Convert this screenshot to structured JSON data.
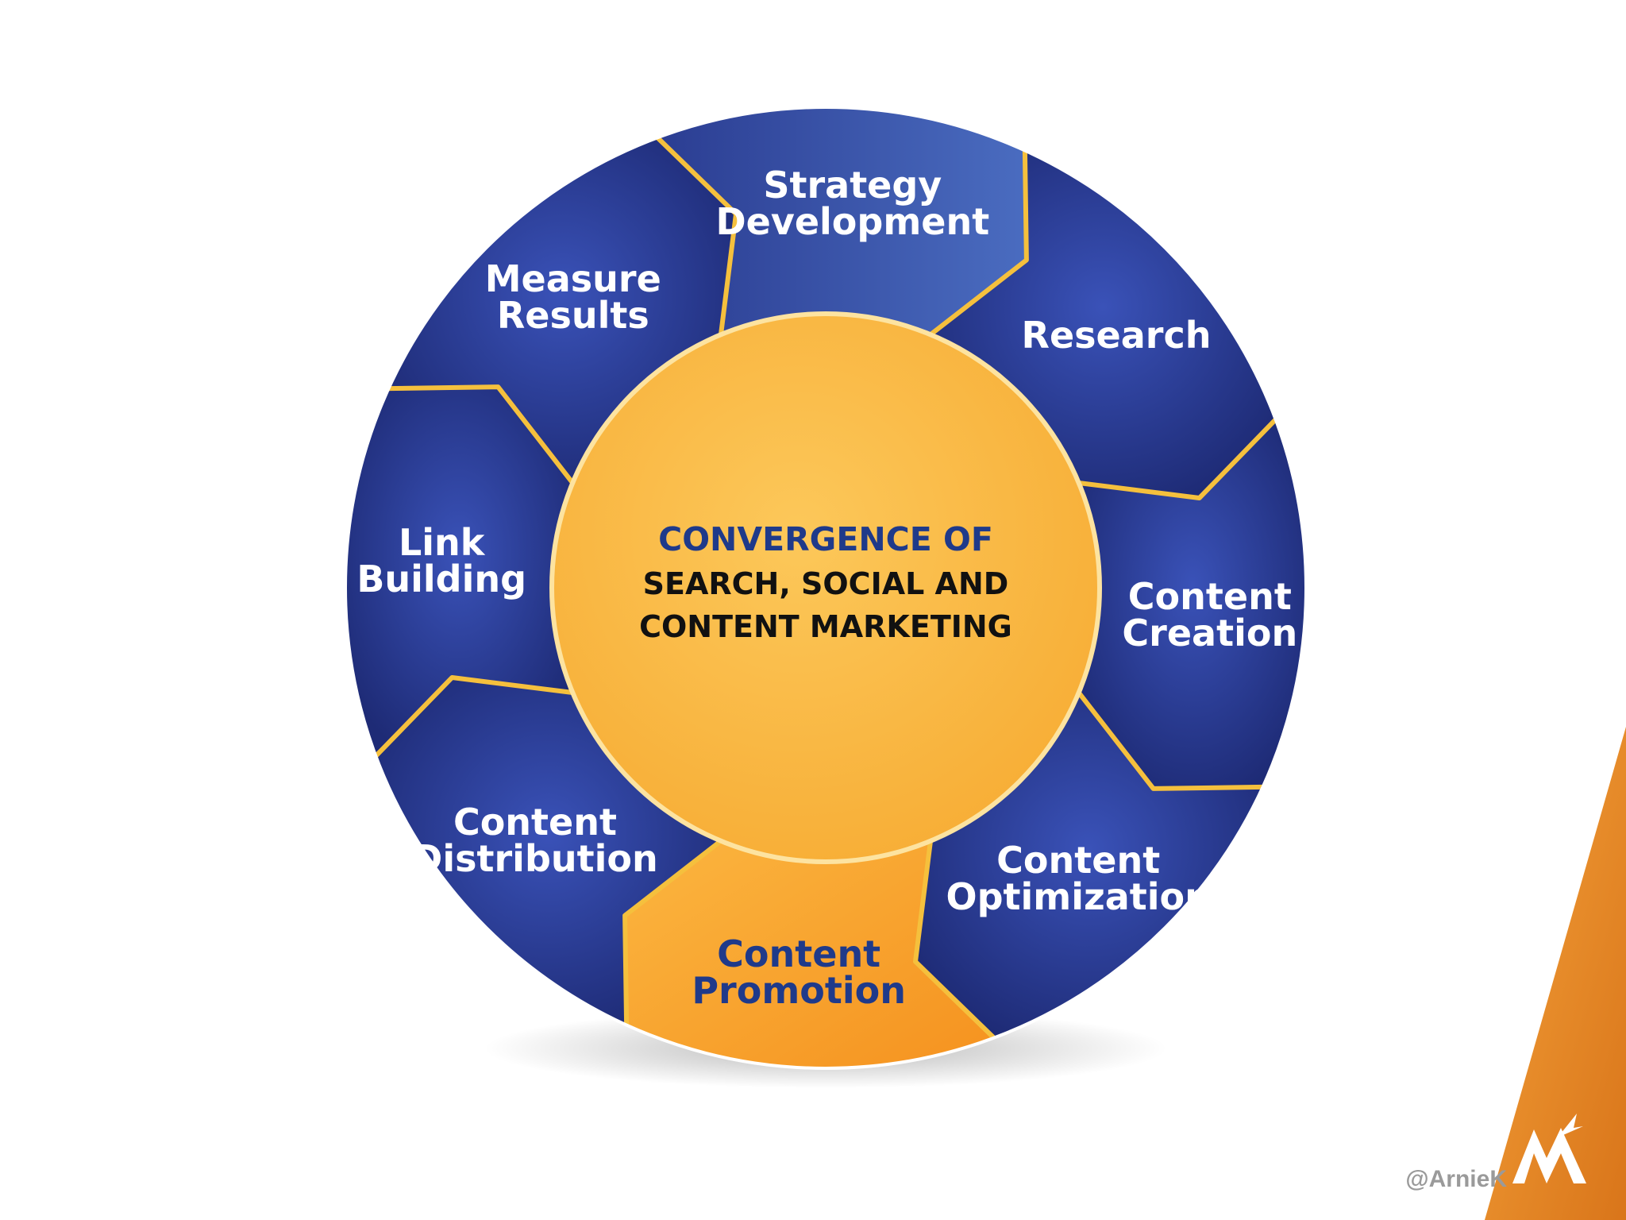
{
  "segments": [
    {
      "id": "strategy",
      "lines": [
        "Strategy",
        "Development"
      ]
    },
    {
      "id": "research",
      "lines": [
        "Research"
      ]
    },
    {
      "id": "creation",
      "lines": [
        "Content",
        "Creation"
      ]
    },
    {
      "id": "optimization",
      "lines": [
        "Content",
        "Optimization"
      ]
    },
    {
      "id": "promotion",
      "lines": [
        "Content",
        "Promotion"
      ]
    },
    {
      "id": "distribution",
      "lines": [
        "Content",
        "Distribution"
      ]
    },
    {
      "id": "link",
      "lines": [
        "Link",
        "Building"
      ]
    },
    {
      "id": "measure",
      "lines": [
        "Measure",
        "Results"
      ]
    }
  ],
  "center": {
    "title": "CONVERGENCE OF",
    "line2": "SEARCH, SOCIAL AND",
    "line3": "CONTENT MARKETING"
  },
  "footer": {
    "handle": "@ArnieK"
  },
  "colors": {
    "ring_blue": "#2d3f96",
    "ring_blue_dark": "#1f2c78",
    "gold_border": "#f5c03d",
    "center_gold": "#fbbf4c",
    "promotion_orange": "#f7a42e",
    "corner_orange": "#e98a1c"
  }
}
